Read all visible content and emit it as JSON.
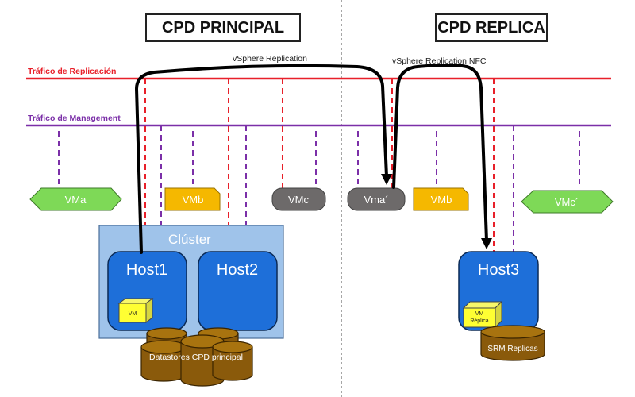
{
  "titles": {
    "principal": "CPD PRINCIPAL",
    "replica": "CPD REPLICA"
  },
  "networks": {
    "replication_label": "Tráfico de Replicación",
    "management_label": "Tráfico de Management",
    "replication_color": "#e8202a",
    "management_color": "#7b2fa8"
  },
  "flows": {
    "vsphere_replication": "vSphere Replication",
    "vsphere_replication_nfc": "vSphere Replication NFC"
  },
  "vms": {
    "vma": "VMa",
    "vmb_principal": "VMb",
    "vmc": "VMc",
    "vma_replica": "Vma´",
    "vmb_replica": "VMb",
    "vmc_replica": "VMc´"
  },
  "cluster": {
    "label": "Clúster",
    "host1": "Host1",
    "host2": "Host2"
  },
  "replica_site": {
    "host3": "Host3",
    "vm_replica_line1": "VM",
    "vm_replica_line2": "Réplica"
  },
  "vm_icon_label": "VM",
  "storage": {
    "principal": "Datastores CPD principal",
    "replica": "SRM Replicas"
  },
  "colors": {
    "vm_green": "#7ed957",
    "vm_orange": "#f5b800",
    "vm_gray": "#6d6a6a",
    "host_blue": "#1e6fd9",
    "cluster_blue": "#9fc3ea",
    "datastore_brown": "#8a5a0b"
  }
}
